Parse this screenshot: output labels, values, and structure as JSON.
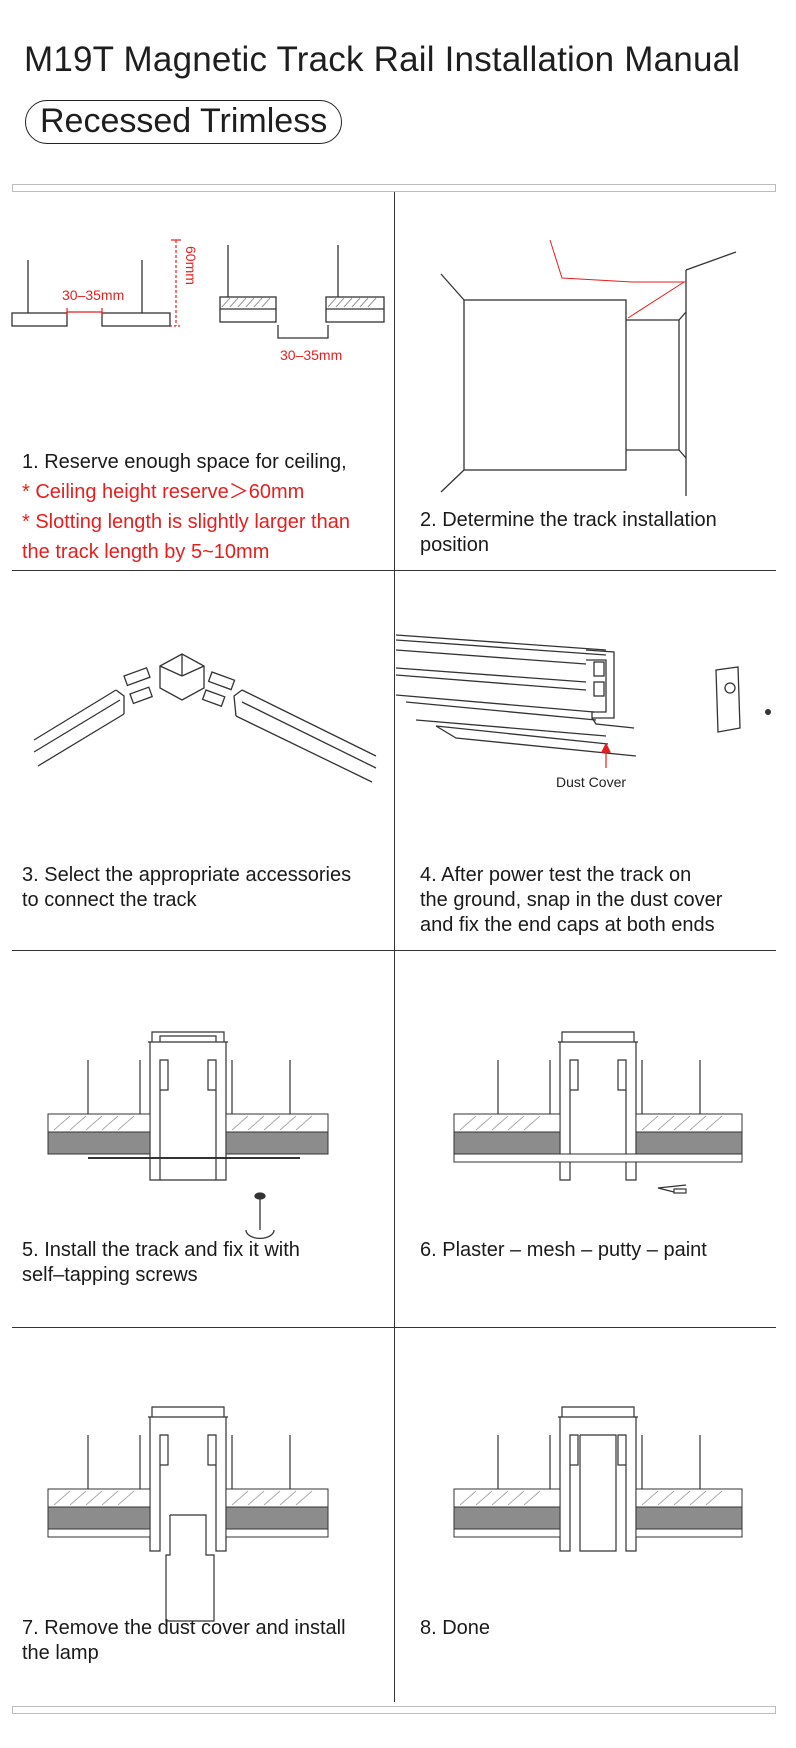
{
  "header": {
    "title": "M19T Magnetic Track Rail Installation Manual",
    "subtitle": "Recessed Trimless"
  },
  "steps": [
    {
      "lines": [
        "1. Reserve enough space for ceiling,"
      ],
      "notes": [
        "* Ceiling height reserve＞60mm",
        "* Slotting length is slightly larger than",
        "the track length by 5~10mm"
      ],
      "figure_labels": {
        "gap_a": "30–35mm",
        "height": "60mm",
        "gap_b": "30–35mm"
      }
    },
    {
      "lines": [
        "2. Determine the track installation",
        "position"
      ]
    },
    {
      "lines": [
        "3. Select the appropriate accessories",
        "to connect the track"
      ]
    },
    {
      "lines": [
        "4. After power test the track on",
        "the ground, snap in the dust cover",
        "and fix the end caps at both ends"
      ],
      "figure_labels": {
        "dust_cover": "Dust Cover"
      }
    },
    {
      "lines": [
        "5. Install the track and fix it with",
        "self–tapping screws"
      ]
    },
    {
      "lines": [
        "6. Plaster – mesh – putty – paint"
      ]
    },
    {
      "lines": [
        "7. Remove the dust cover and install",
        "the lamp"
      ]
    },
    {
      "lines": [
        "8. Done"
      ]
    }
  ],
  "colors": {
    "accent_red": "#e81e1e",
    "line": "#333333",
    "panel_gray": "#8c8c8c"
  }
}
